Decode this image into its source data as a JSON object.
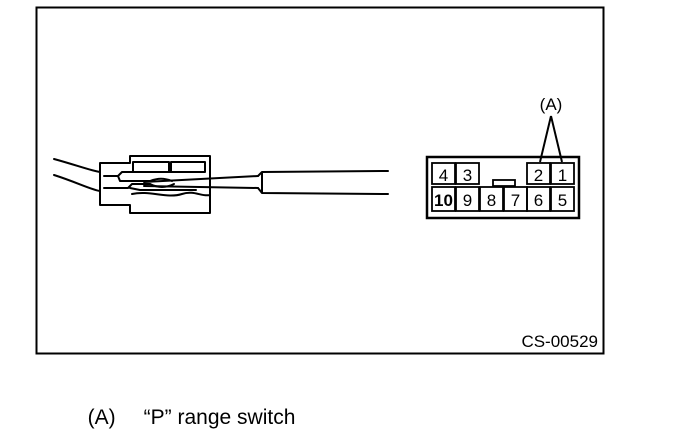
{
  "figure": {
    "code": "CS-00529",
    "callout": "(A)",
    "terminal_rows": [
      [
        "4",
        "3",
        "",
        "",
        "2",
        "1"
      ],
      [
        "10",
        "9",
        "8",
        "7",
        "6",
        "5"
      ]
    ]
  },
  "legend": {
    "key": "(A)",
    "text": "“P” range switch"
  }
}
